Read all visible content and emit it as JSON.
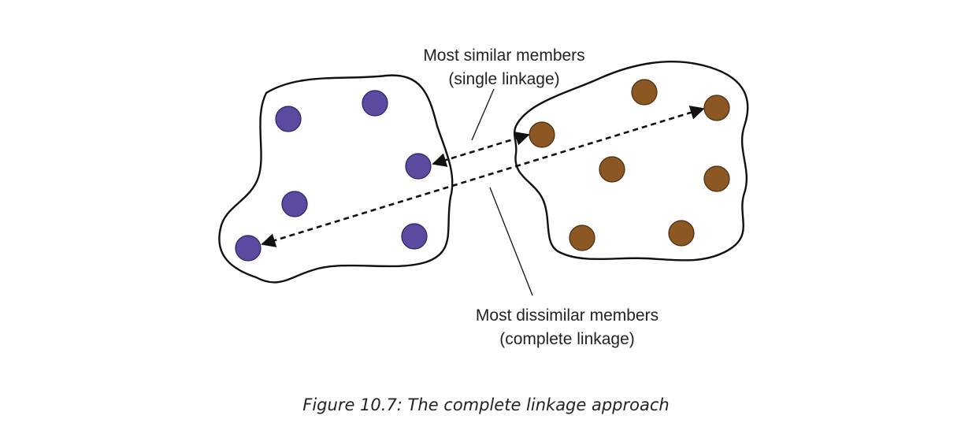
{
  "annotations": {
    "single_linkage": {
      "line1": "Most similar members",
      "line2": "(single linkage)"
    },
    "complete_linkage": {
      "line1": "Most dissimilar members",
      "line2": "(complete linkage)"
    }
  },
  "caption": "Figure 10.7: The complete linkage approach",
  "clusters": [
    {
      "color": "#5b4aa0",
      "stroke": "#2a2260",
      "points": 6
    },
    {
      "color": "#8b5723",
      "stroke": "#4a2c0e",
      "points": 7
    }
  ],
  "arrow_style": "dashed",
  "outline_color": "#111111"
}
